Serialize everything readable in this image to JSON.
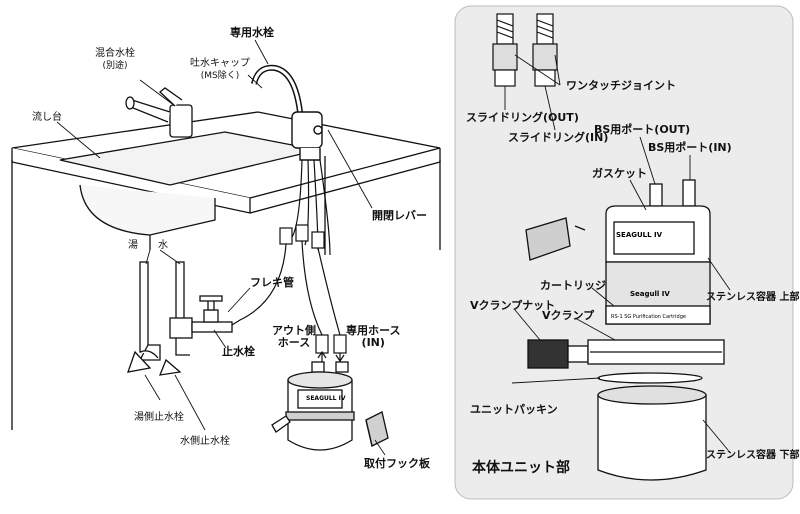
{
  "installation": {
    "mixing_faucet": "混合水栓",
    "mixing_faucet_note": "(別途)",
    "dedicated_faucet": "専用水栓",
    "spout_cap": "吐水キャップ",
    "spout_cap_note": "(MS除く)",
    "sink": "流し台",
    "hot": "湯",
    "cold": "水",
    "lever": "開閉レバー",
    "flex_pipe": "フレキ管",
    "stop_valve": "止水栓",
    "out_hose_1": "アウト側",
    "out_hose_2": "ホース",
    "in_hose_1": "専用ホース",
    "in_hose_2": "(IN)",
    "hot_stop": "湯側止水栓",
    "cold_stop": "水側止水栓",
    "hook_plate": "取付フック板",
    "brand": "SEAGULL IV"
  },
  "unit": {
    "panel_title": "本体ユニット部",
    "one_touch": "ワンタッチジョイント",
    "slide_ring_out": "スライドリング(OUT)",
    "slide_ring_in": "スライドリング(IN)",
    "bs_port_out": "BS用ポート(OUT)",
    "bs_port_in": "BS用ポート(IN)",
    "gasket": "ガスケット",
    "cartridge": "カートリッジ",
    "upper_housing": "ステンレス容器 上部",
    "v_clamp_nut": "Vクランプナット",
    "v_clamp": "Vクランプ",
    "unit_packing": "ユニットパッキン",
    "lower_housing": "ステンレス容器 下部",
    "brand": "SEAGULL IV",
    "brand_sub": "Seagull IV",
    "cartridge_label": "RS-1 SG Purification Cartridge"
  }
}
